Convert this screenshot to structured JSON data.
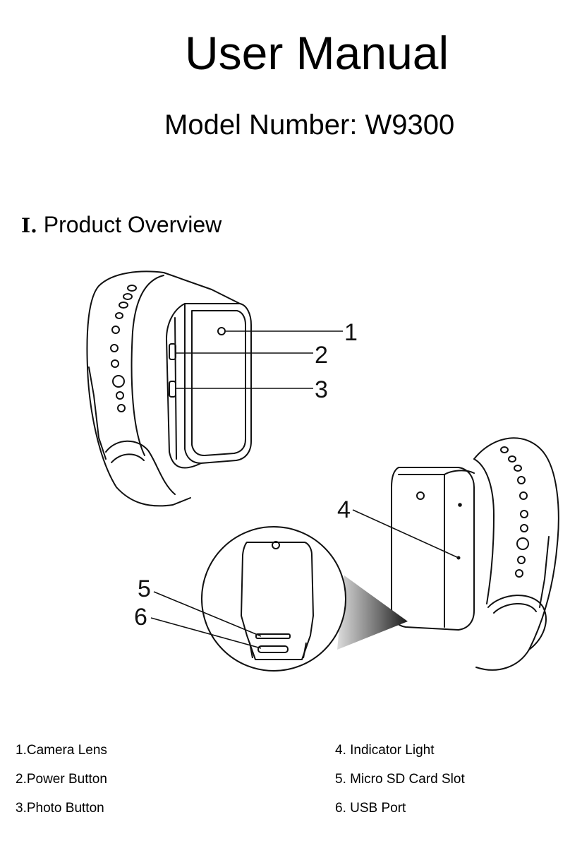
{
  "header": {
    "title": "User Manual",
    "model_line": "Model Number: W9300"
  },
  "section": {
    "numeral": "I.",
    "title": "Product Overview"
  },
  "callouts": [
    "1",
    "2",
    "3",
    "4",
    "5",
    "6"
  ],
  "legend": {
    "left": [
      "1.Camera Lens",
      "2.Power Button",
      "3.Photo Button"
    ],
    "right": [
      "4. Indicator Light",
      "5. Micro SD Card Slot",
      "6. USB Port"
    ]
  }
}
